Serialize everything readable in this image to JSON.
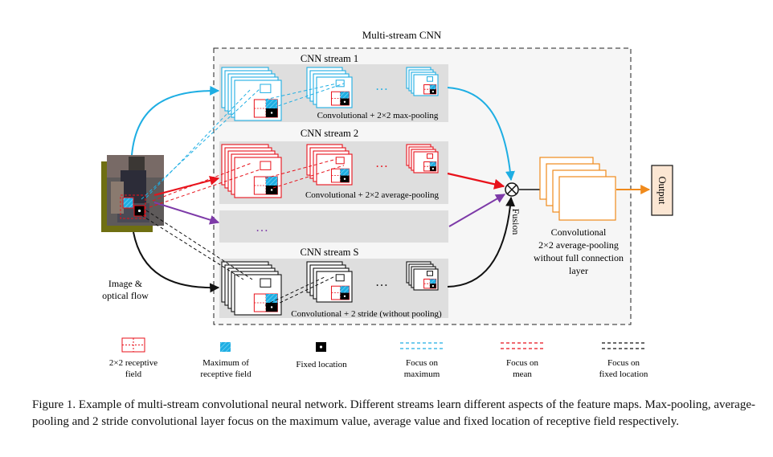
{
  "title": "Multi-stream CNN",
  "streams": [
    {
      "label": "CNN stream 1",
      "op": "Convolutional + 2×2 max-pooling",
      "color": "#1eaee3",
      "focus": "max"
    },
    {
      "label": "CNN stream 2",
      "op": "Convolutional + 2×2 average-pooling",
      "color": "#e8121b",
      "focus": "mean"
    },
    {
      "label": "",
      "op": "",
      "color": "#7d3aa8",
      "focus": "other"
    },
    {
      "label": "CNN stream S",
      "op": "Convolutional + 2 stride (without pooling)",
      "color": "#111111",
      "focus": "fixed"
    }
  ],
  "dots": "…",
  "input_label": [
    "Image &",
    "optical flow"
  ],
  "fusion_label": "Fusion",
  "fusion_symbol": "⊗",
  "final_block_label": [
    "Convolutional",
    "2×2 average-pooling",
    "without  full connection",
    "layer"
  ],
  "output_label": "Output",
  "colors": {
    "cyan": "#1eaee3",
    "red": "#e8121b",
    "purple": "#7d3aa8",
    "black": "#111111",
    "orange": "#f08a1c",
    "panel": "#dedede",
    "output_fill": "#fbe6d3"
  },
  "legend": [
    {
      "icon": "receptive-field-icon",
      "lines": [
        "2×2 receptive",
        "field"
      ]
    },
    {
      "icon": "max-receptive-icon",
      "lines": [
        "Maximum of",
        "receptive field"
      ]
    },
    {
      "icon": "fixed-location-icon",
      "lines": [
        "Fixed location"
      ]
    },
    {
      "icon": "dashed-cyan-icon",
      "lines": [
        "Focus on",
        "maximum"
      ]
    },
    {
      "icon": "dashed-red-icon",
      "lines": [
        "Focus on",
        "mean"
      ]
    },
    {
      "icon": "dashed-black-icon",
      "lines": [
        "Focus on",
        "fixed location"
      ]
    }
  ],
  "caption": "Figure 1. Example of multi-stream convolutional neural network.  Different streams learn different aspects of the feature maps.  Max-pooling, average-pooling and 2 stride convolutional layer focus on the maximum value, average value and fixed location of receptive field respectively."
}
